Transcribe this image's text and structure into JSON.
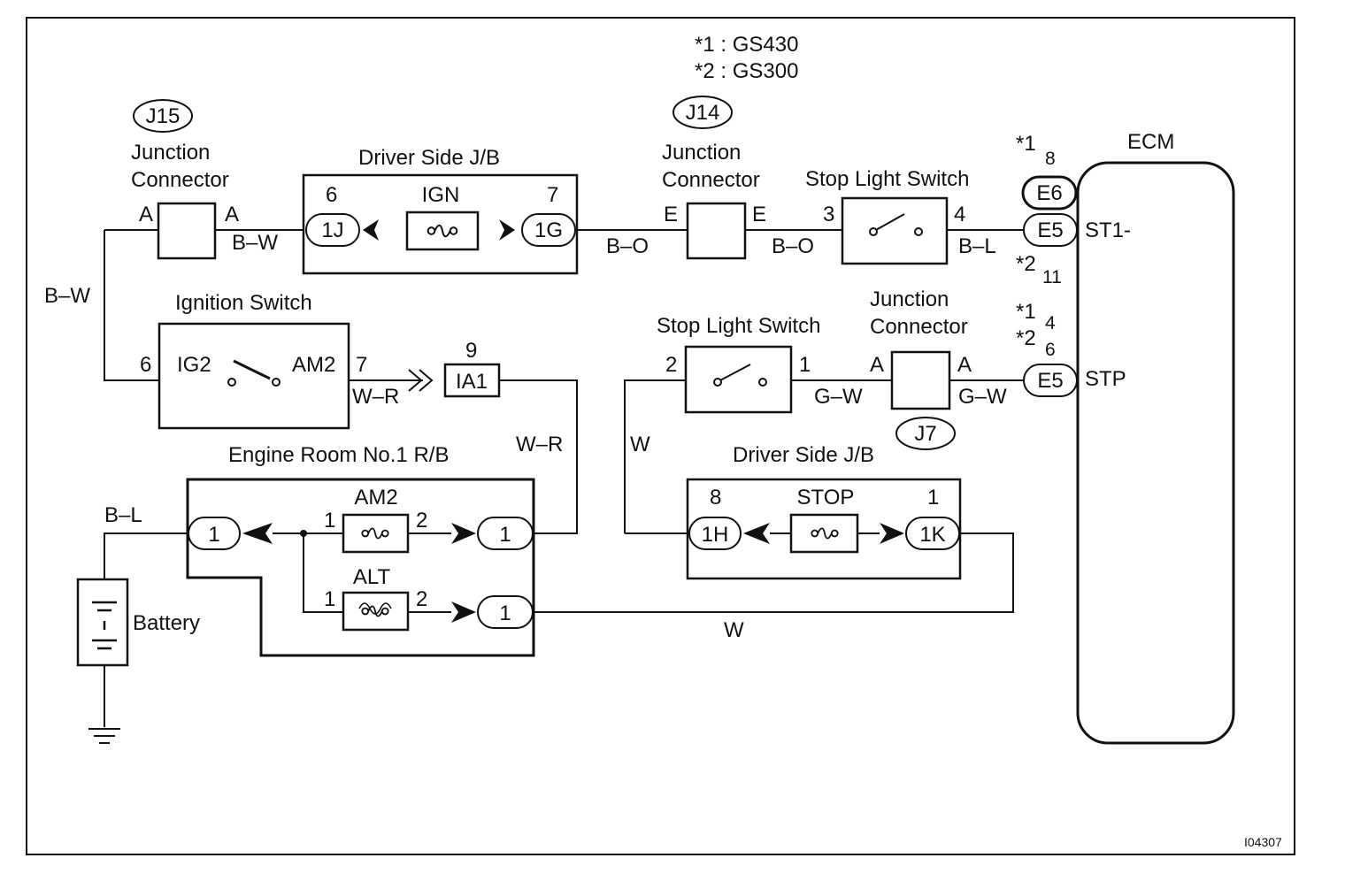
{
  "diagram_id": "I04307",
  "notes": {
    "n1": "*1 : GS430",
    "n2": "*2 : GS300"
  },
  "top": {
    "j15": {
      "tag": "J15",
      "title1": "Junction",
      "title2": "Connector",
      "pin_left": "A",
      "pin_right": "A"
    },
    "jb1": {
      "title": "Driver Side J/B",
      "fuse": "IGN",
      "pin_left": "6",
      "pin_right": "7",
      "conn_left": "1J",
      "conn_right": "1G"
    },
    "j14": {
      "tag": "J14",
      "title1": "Junction",
      "title2": "Connector",
      "pin_left": "E",
      "pin_right": "E"
    },
    "sls1": {
      "title": "Stop Light Switch",
      "pin_left": "3",
      "pin_right": "4"
    },
    "ecm_top": {
      "star1": "*1",
      "pin1": "8",
      "conn1": "E6",
      "conn2": "E5",
      "signal": "ST1-",
      "star2": "*2",
      "pin2": "11"
    }
  },
  "middle": {
    "ign_sw": {
      "title": "Ignition Switch",
      "pin_left": "6",
      "term_left": "IG2",
      "term_right": "AM2",
      "pin_right": "7"
    },
    "ia1": {
      "pin": "9",
      "conn": "IA1"
    },
    "sls2": {
      "title": "Stop Light Switch",
      "pin_left": "2",
      "pin_right": "1"
    },
    "j7": {
      "tag": "J7",
      "title1": "Junction",
      "title2": "Connector",
      "pin_left": "A",
      "pin_right": "A"
    },
    "ecm_mid": {
      "star1": "*1",
      "pin1": "4",
      "star2": "*2",
      "pin2": "6",
      "conn": "E5",
      "signal": "STP"
    }
  },
  "bottom": {
    "rb": {
      "title": "Engine Room No.1 R/B",
      "conn_in": "1",
      "fuse1": "AM2",
      "fuse2": "ALT",
      "f_in": "1",
      "f_out": "2",
      "out1": "1",
      "out2": "1"
    },
    "jb2": {
      "title": "Driver Side J/B",
      "fuse": "STOP",
      "pin_left": "8",
      "pin_right": "1",
      "conn_left": "1H",
      "conn_right": "1K"
    },
    "battery": "Battery"
  },
  "ecm": {
    "title": "ECM"
  },
  "wires": {
    "bw1": "B–W",
    "bw2": "B–W",
    "bo1": "B–O",
    "bo2": "B–O",
    "bl1": "B–L",
    "wr1": "W–R",
    "wr2": "W–R",
    "gw1": "G–W",
    "gw2": "G–W",
    "w1": "W",
    "w2": "W",
    "bl2": "B–L"
  }
}
